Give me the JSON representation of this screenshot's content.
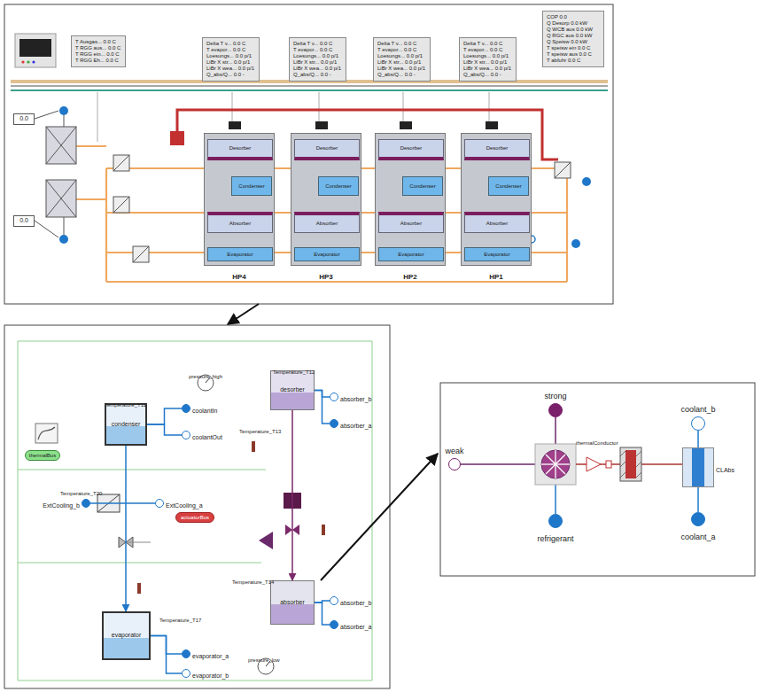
{
  "diagram": {
    "nodes": [
      {
        "text": [
          "T Ausgas... 0.0 C",
          "T RGG aus... 0.0 C",
          "T RGG ein... 0.0 C",
          "T RGG Eh... 0.0 C"
        ]
      },
      {
        "text": [
          "Delta T v... 0.0 C",
          "T evapor... 0.0 C",
          "Loesungs... 0.0 p/1",
          "LiBr X str... 0.0 p/1",
          "LiBr X wea... 0.0 p/1",
          "Q_abs/Q... 0.0 -"
        ]
      },
      {
        "text": [
          "Delta T v... 0.0 C",
          "T evapor... 0.0 C",
          "Loesungs... 0.0 p/1",
          "LiBr X str... 0.0 p/1",
          "LiBr X wea... 0.0 p/1",
          "Q_abs/Q... 0.0 -"
        ]
      },
      {
        "text": [
          "Delta T v... 0.0 C",
          "T evapor... 0.0 C",
          "Loesungs... 0.0 p/1",
          "LiBr X str... 0.0 p/1",
          "LiBr X wea... 0.0 p/1",
          "Q_abs/Q... 0.0 -"
        ]
      },
      {
        "text": [
          "Delta T v... 0.0 C",
          "T evapor... 0.0 C",
          "Loesungs... 0.0 p/1",
          "LiBr X str... 0.0 p/1",
          "LiBr X wea... 0.0 p/1",
          "Q_abs/Q... 0.0 -"
        ]
      },
      {
        "text": [
          "COP 0.0",
          "Q Desorp 0.0 kW",
          "Q WCB aus 0.0 kW",
          "Q RGC aus 0.0 kW",
          "Q Speisw 0.0 kW",
          "T speisw ein 0.0 C",
          "T speisw aus 0.0 C",
          "T abfuhr 0.0 C"
        ]
      },
      {
        "text": [
          "HP4"
        ]
      },
      {
        "text": [
          "Desorber"
        ],
        "in": 6
      },
      {
        "text": [
          "Condenser"
        ],
        "in": 6
      },
      {
        "text": [
          "Absorber"
        ],
        "in": 6
      },
      {
        "text": [
          "Evaporator"
        ],
        "in": 6
      },
      {
        "text": [
          "HP3"
        ]
      },
      {
        "text": [
          "Desorber"
        ],
        "in": 11
      },
      {
        "text": [
          "Condenser"
        ],
        "in": 11
      },
      {
        "text": [
          "Absorber"
        ],
        "in": 11
      },
      {
        "text": [
          "Evaporator"
        ],
        "in": 11
      },
      {
        "text": [
          "HP2"
        ]
      },
      {
        "text": [
          "Desorber"
        ],
        "in": 16
      },
      {
        "text": [
          "Condenser"
        ],
        "in": 16
      },
      {
        "text": [
          "Absorber"
        ],
        "in": 16
      },
      {
        "text": [
          "Evaporator"
        ],
        "in": 16
      },
      {
        "text": [
          "HP1"
        ]
      },
      {
        "text": [
          "Desorber"
        ],
        "in": 21
      },
      {
        "text": [
          "Condenser"
        ],
        "in": 21
      },
      {
        "text": [
          "Absorber"
        ],
        "in": 21
      },
      {
        "text": [
          "Evaporator"
        ],
        "in": 21
      },
      {
        "text": [
          "0.0"
        ]
      },
      {
        "text": [
          "0.0"
        ]
      },
      {
        "text": [
          "condenser"
        ]
      },
      {
        "text": [
          "desorber"
        ]
      },
      {
        "text": [
          "thermalBus"
        ]
      },
      {
        "text": [
          "ExtCooling_b"
        ]
      },
      {
        "text": [
          "ExtCooling_a"
        ]
      },
      {
        "text": [
          "actuatorBus"
        ]
      },
      {
        "text": [
          "coolantIn"
        ]
      },
      {
        "text": [
          "coolantOut"
        ]
      },
      {
        "text": [
          "absorber_b"
        ]
      },
      {
        "text": [
          "absorber_a"
        ]
      },
      {
        "text": [
          "absorber"
        ]
      },
      {
        "text": [
          "absorber_b"
        ]
      },
      {
        "text": [
          "absorber_a"
        ]
      },
      {
        "text": [
          "evaporator"
        ]
      },
      {
        "text": [
          "evaporator_a"
        ]
      },
      {
        "text": [
          "evaporator_b"
        ]
      },
      {
        "text": [
          "strong"
        ]
      },
      {
        "text": [
          "weak"
        ]
      },
      {
        "text": [
          "refrigerant"
        ]
      },
      {
        "text": [
          "coolant_b"
        ]
      },
      {
        "text": [
          "CLAbs"
        ]
      },
      {
        "text": [
          "coolant_a"
        ]
      }
    ],
    "edges": [
      {
        "from": 34,
        "to": 28,
        "arrow": "none"
      },
      {
        "from": 35,
        "to": 28,
        "arrow": "none"
      },
      {
        "from": 29,
        "to": 36,
        "arrow": "none"
      },
      {
        "from": 29,
        "to": 37,
        "arrow": "none"
      },
      {
        "from": 29,
        "to": 38,
        "arrow": "to"
      },
      {
        "from": 28,
        "to": 41,
        "arrow": "to"
      },
      {
        "from": 31,
        "to": 32,
        "arrow": "none"
      },
      {
        "from": 38,
        "to": 39,
        "arrow": "none"
      },
      {
        "from": 38,
        "to": 40,
        "arrow": "none"
      },
      {
        "from": 41,
        "to": 42,
        "arrow": "none"
      },
      {
        "from": 41,
        "to": 43,
        "arrow": "none"
      },
      {
        "from": 47,
        "to": 48,
        "arrow": "none"
      },
      {
        "from": 48,
        "to": 49,
        "arrow": "none"
      }
    ],
    "labels": [
      "Temperature_T11",
      "pressure_high",
      "Temperature_T12",
      "Temperature_T13",
      "Temperature_T20",
      "Temperature_T14",
      "pressure_low",
      "Temperature_T17",
      "thermalConductor"
    ]
  }
}
